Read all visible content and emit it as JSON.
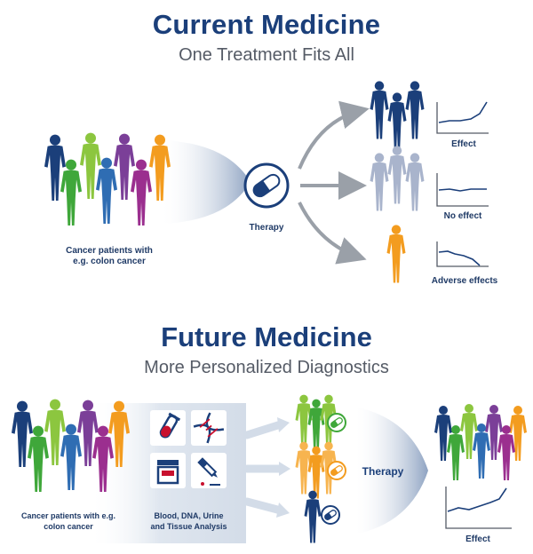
{
  "current": {
    "title": "Current Medicine",
    "subtitle": "One Treatment Fits All",
    "patients_label": "Cancer patients with e.g. colon cancer",
    "therapy_label": "Therapy",
    "outcomes": {
      "effect": "Effect",
      "no_effect": "No effect",
      "adverse": "Adverse effects"
    }
  },
  "future": {
    "title": "Future Medicine",
    "subtitle": "More Personalized Diagnostics",
    "patients_label": "Cancer patients with e.g. colon cancer",
    "analysis_label": "Blood, DNA, Urine and Tissue Analysis",
    "therapy_label": "Therapy",
    "effect_label": "Effect"
  },
  "colors": {
    "navy": "#1b3f7a",
    "blue": "#2f6db3",
    "green": "#3fa73a",
    "lime": "#8cc63f",
    "purple": "#7b3f98",
    "magenta": "#9b2f8f",
    "orange": "#f39c1f",
    "grey_blue": "#a9b4cc"
  }
}
